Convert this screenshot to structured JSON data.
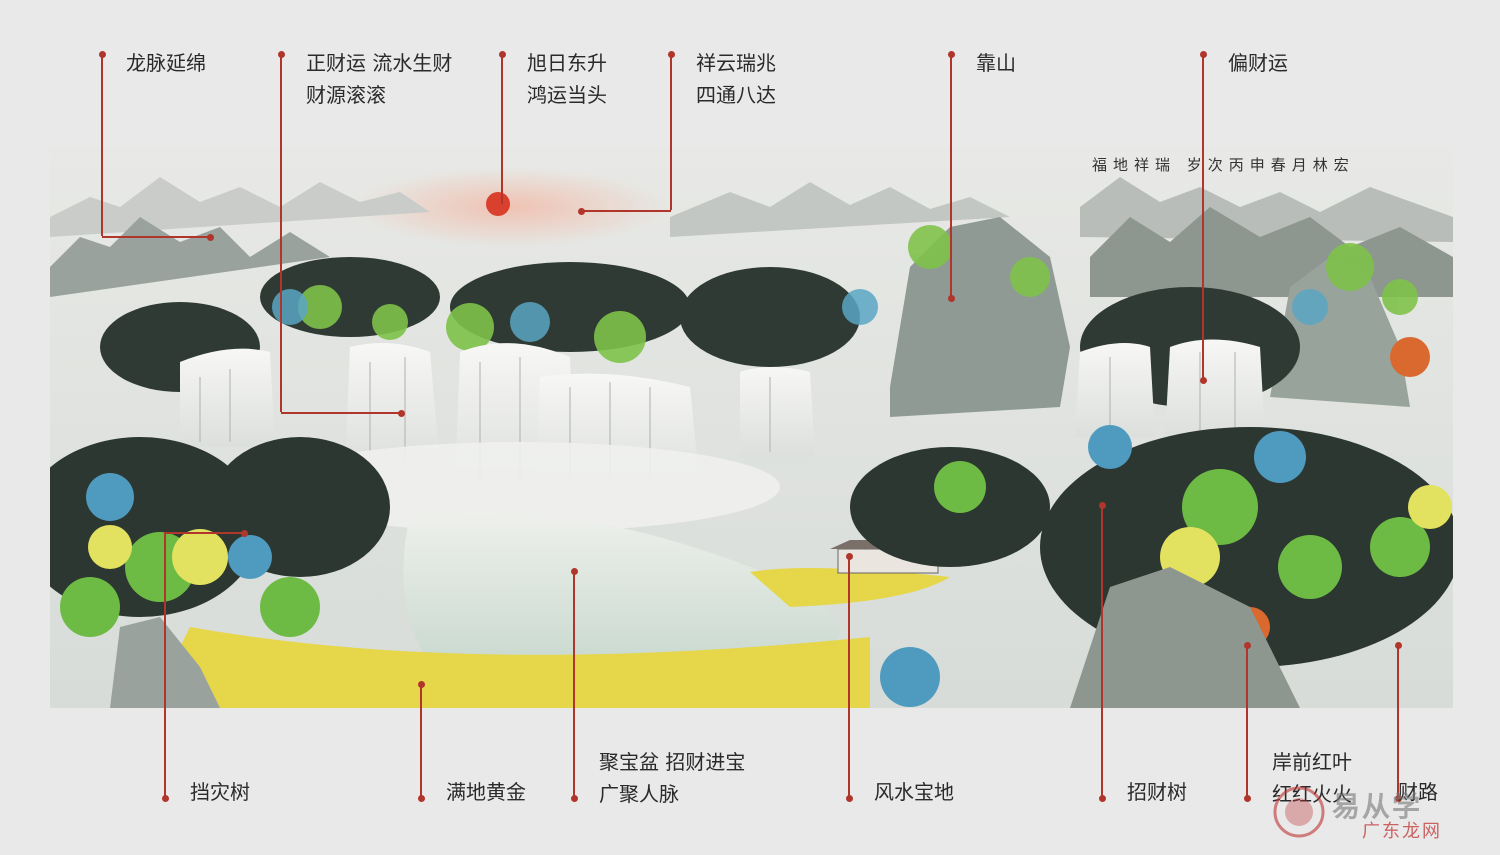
{
  "painting": {
    "inscription": "福地祥瑞 岁次丙申春月林宏",
    "colors": {
      "waterfall": "#f4f4f2",
      "mountain": "#8f9a94",
      "sun": "#d9402e",
      "meadow": "#e5d64a",
      "pine": "#2f3a34"
    }
  },
  "annotations": {
    "longmai": [
      "龙脉延绵"
    ],
    "zhengcai": [
      "正财运 流水生财",
      "财源滚滚"
    ],
    "xuri": [
      "旭日东升",
      "鸿运当头"
    ],
    "xiangyun": [
      "祥云瑞兆",
      "四通八达"
    ],
    "kaoshan": [
      "靠山"
    ],
    "piancai": [
      "偏财运"
    ],
    "dangzai": [
      "挡灾树"
    ],
    "mandi": [
      "满地黄金"
    ],
    "jubao": [
      "聚宝盆 招财进宝",
      "广聚人脉"
    ],
    "fengshui": [
      "风水宝地"
    ],
    "zhaocai": [
      "招财树"
    ],
    "anqian": [
      "岸前红叶",
      "红红火火"
    ],
    "cailu": [
      "财路"
    ]
  },
  "watermark": {
    "brand": "易从学",
    "site": "广东龙网"
  }
}
